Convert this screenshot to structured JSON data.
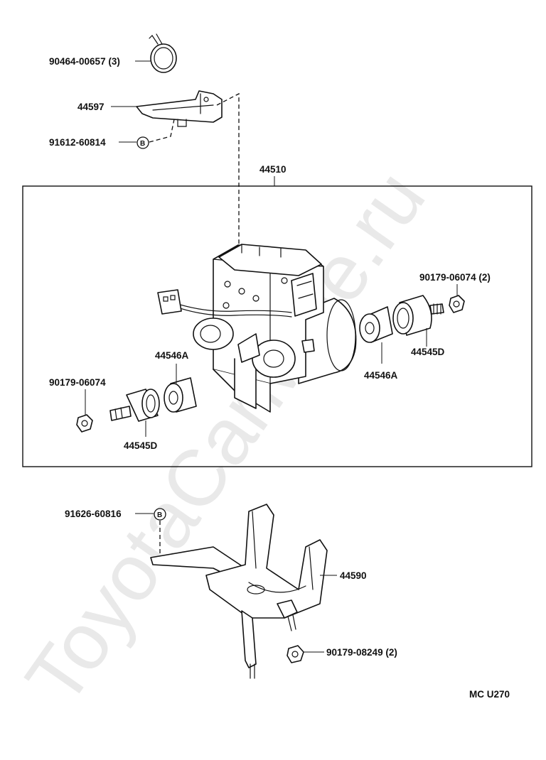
{
  "watermark": "ToyotaCarMine.ru",
  "labels": {
    "p90464": "90464-00657 (3)",
    "p44597": "44597",
    "p91612": "91612-60814",
    "p44510": "44510",
    "p90179_06074_2": "90179-06074 (2)",
    "p44545D_right": "44545D",
    "p44546A_right": "44546A",
    "p44546A_left": "44546A",
    "p90179_06074": "90179-06074",
    "p44545D_left": "44545D",
    "p91626": "91626-60816",
    "p44590": "44590",
    "p90179_08249": "90179-08249 (2)",
    "footer_code": "MC  U270"
  },
  "marks": {
    "b_upper": "B",
    "b_lower": "B"
  }
}
